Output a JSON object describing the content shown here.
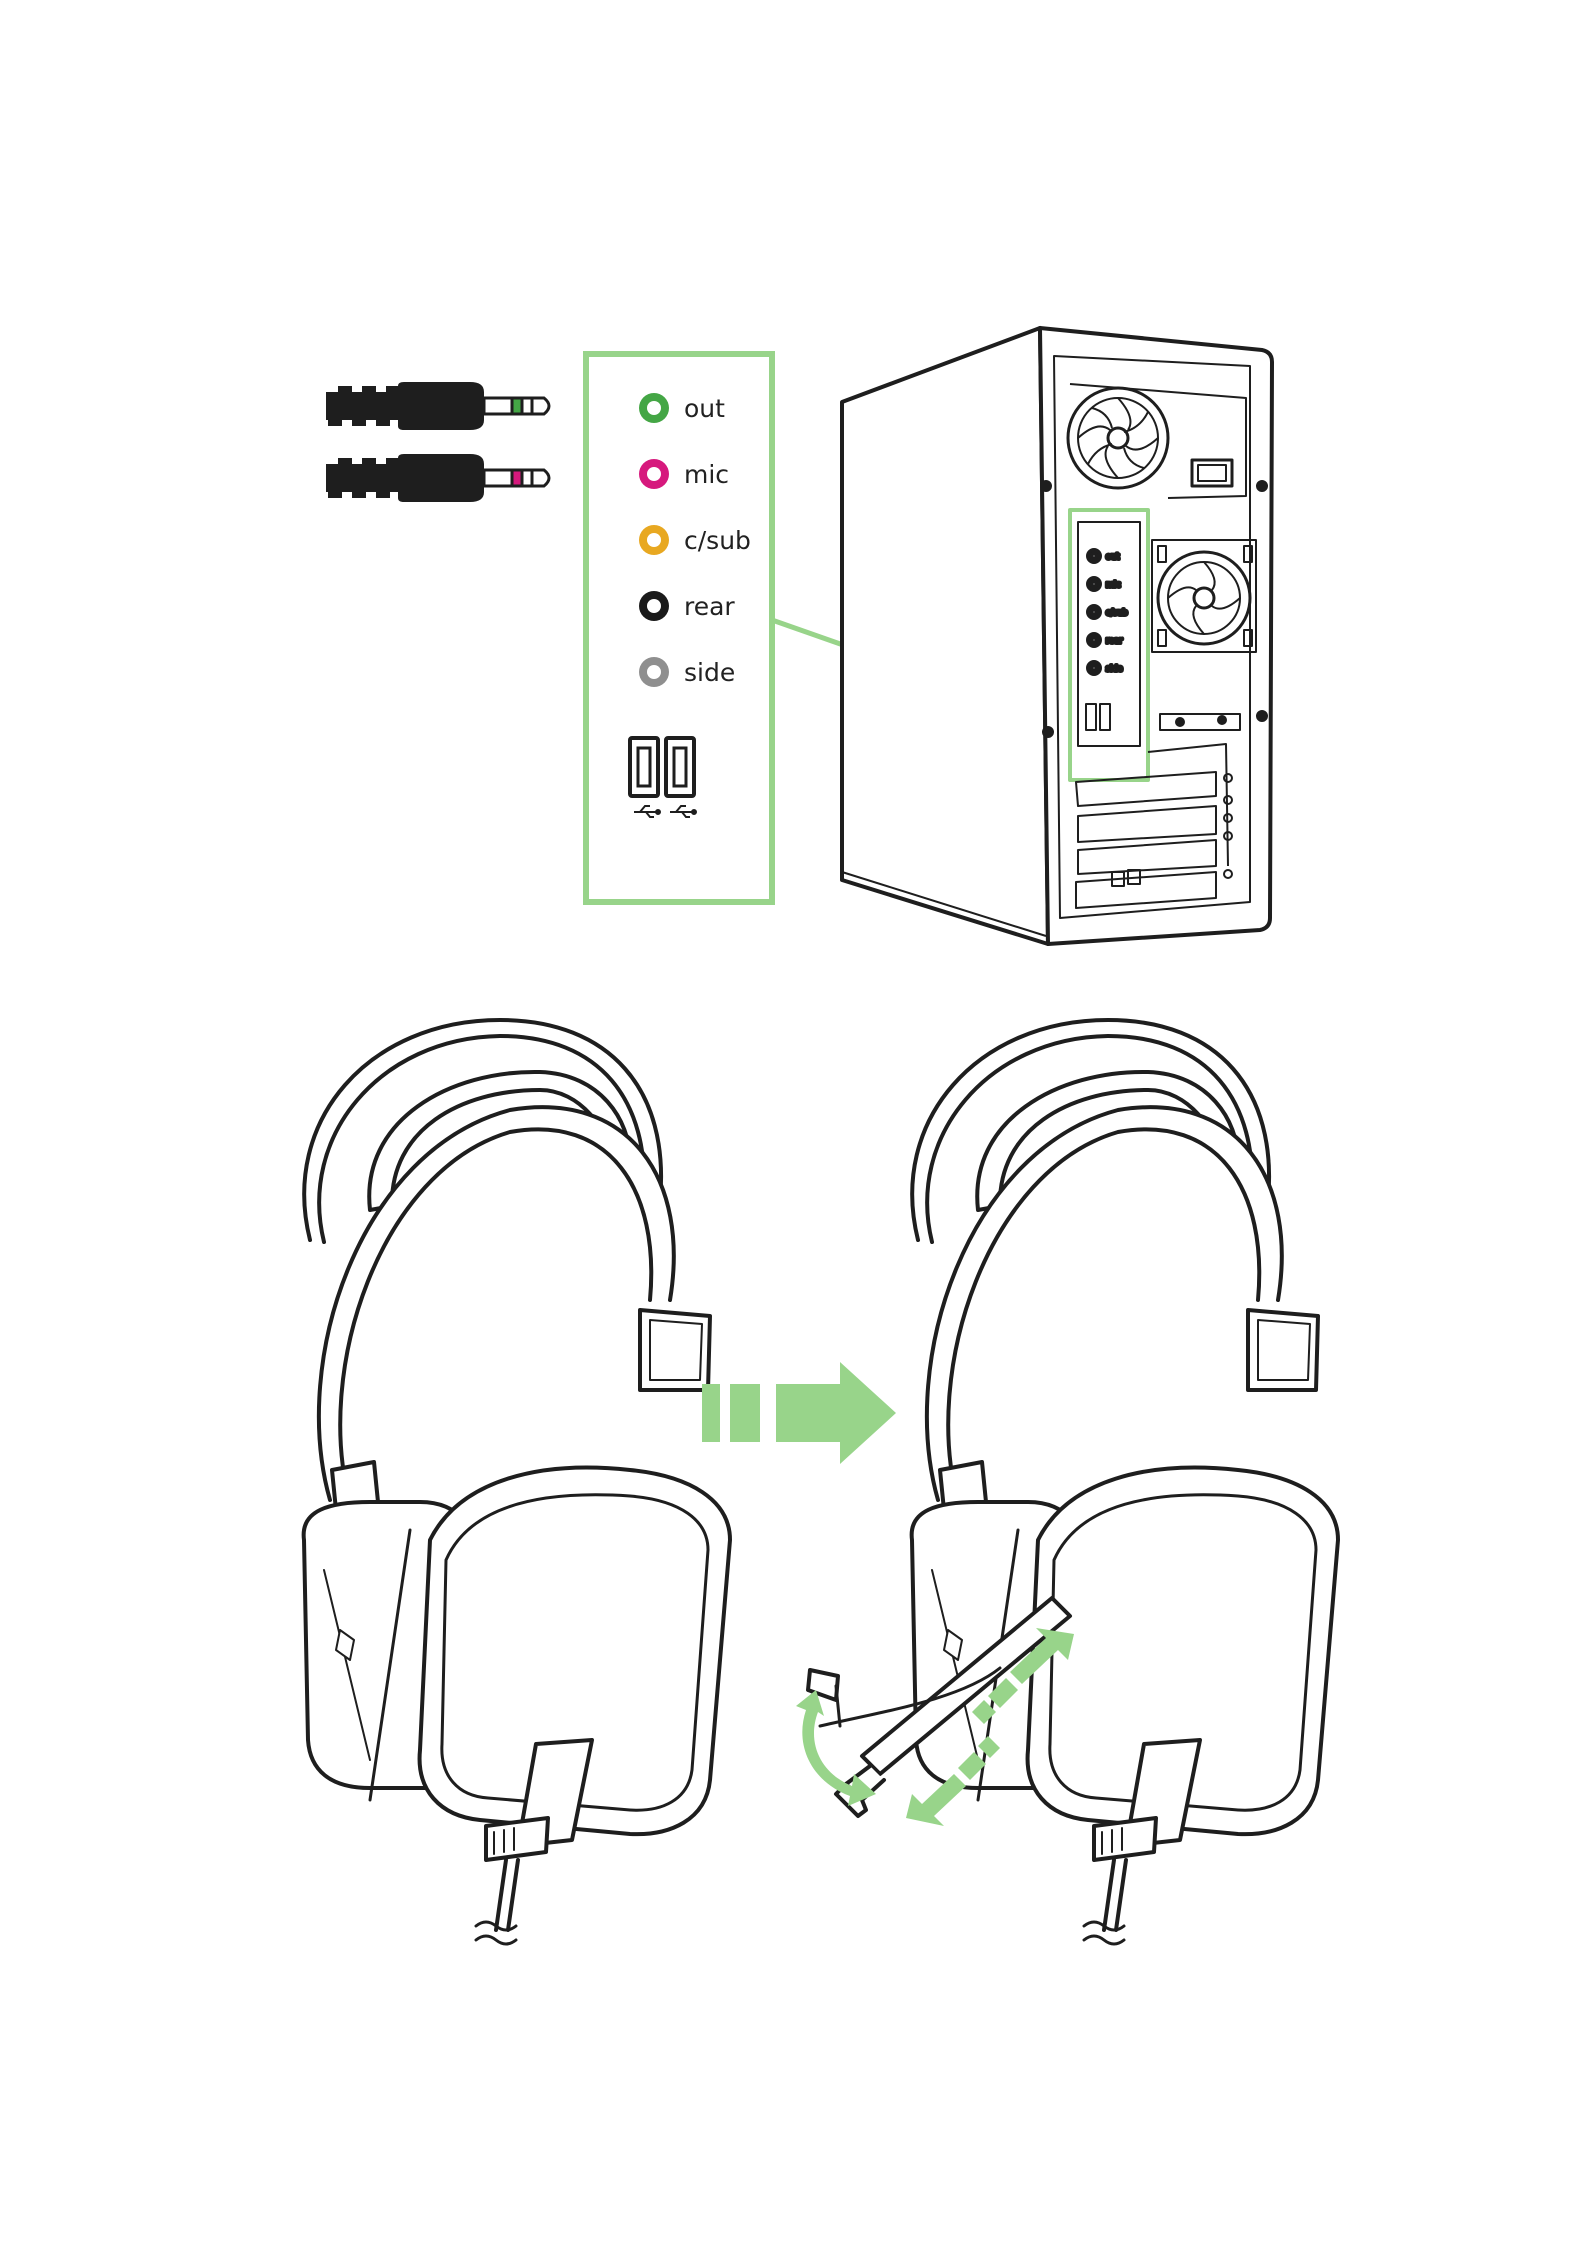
{
  "colors": {
    "accent": "#98d48a",
    "line": "#1e1e1e",
    "out": "#44a645",
    "mic": "#d6197d",
    "csub": "#e8a821",
    "rear": "#1a1a1a",
    "side": "#8f8f8f"
  },
  "panel": {
    "jacks": [
      {
        "label": "out",
        "color": "#44a645"
      },
      {
        "label": "mic",
        "color": "#d6197d"
      },
      {
        "label": "c/sub",
        "color": "#e8a821"
      },
      {
        "label": "rear",
        "color": "#1a1a1a"
      },
      {
        "label": "side",
        "color": "#8f8f8f"
      }
    ],
    "usb_icon": "usb-icon"
  },
  "plugs": [
    {
      "name": "audio-plug",
      "band_color": "#44a645"
    },
    {
      "name": "mic-plug",
      "band_color": "#d6197d"
    }
  ]
}
